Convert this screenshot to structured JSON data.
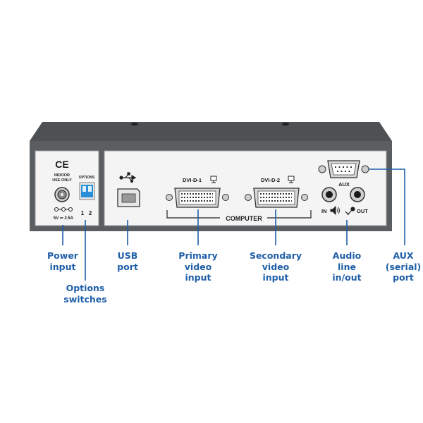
{
  "panel": {
    "ce_mark": "CE",
    "indoor_line1": "INDOOR",
    "indoor_line2": "USE ONLY",
    "power_rating": "5V ⎓ 2.5A",
    "options_label": "OPTIONS",
    "switch_1": "1",
    "switch_2": "2",
    "dvi1_label": "DVI-D-1",
    "dvi2_label": "DVI-D-2",
    "computer_label": "COMPUTER",
    "aux_label": "AUX",
    "in_label": "IN",
    "out_label": "OUT"
  },
  "callouts": {
    "power_input": [
      "Power",
      "input"
    ],
    "options_switches": [
      "Options",
      "switches"
    ],
    "usb_port": [
      "USB",
      "port"
    ],
    "primary_video": [
      "Primary",
      "video",
      "input"
    ],
    "secondary_video": [
      "Secondary",
      "video",
      "input"
    ],
    "audio_line": [
      "Audio",
      "line",
      "in/out"
    ],
    "aux_serial": [
      "AUX",
      "(serial)",
      "port"
    ]
  },
  "colors": {
    "callout": "#1f5fa8",
    "chassis": "#5b5e61",
    "panel": "#f4f4f4"
  }
}
